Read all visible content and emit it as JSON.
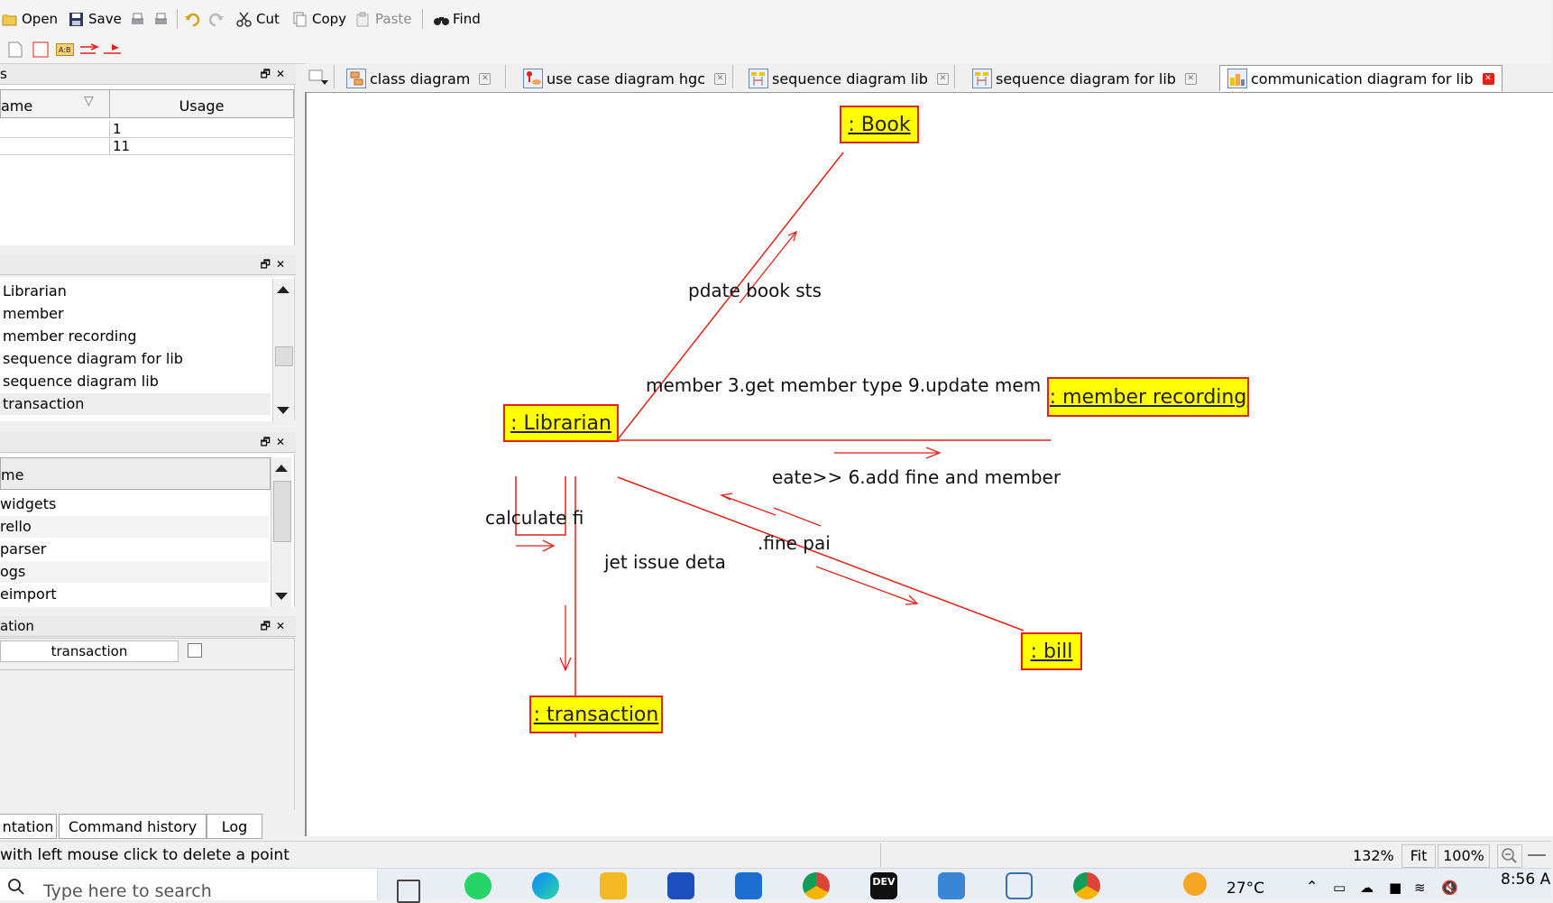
{
  "toolbar": {
    "open": "Open",
    "save": "Save",
    "cut": "Cut",
    "copy": "Copy",
    "paste": "Paste",
    "find": "Find"
  },
  "left": {
    "panel1_title": "s",
    "table_headers": [
      "ame",
      "Usage"
    ],
    "table_rows": [
      {
        "name": "",
        "usage": "1"
      },
      {
        "name": "",
        "usage": "11"
      }
    ],
    "list1": [
      "Librarian",
      "member",
      "member recording",
      "sequence diagram for lib",
      "sequence diagram lib",
      "transaction"
    ],
    "list2_header": "me",
    "list2": [
      "widgets",
      "rello",
      "parser",
      "ogs",
      "eimport"
    ],
    "panel4_title": "ation",
    "panel4_value": "transaction",
    "bottom_tabs": [
      "ntation",
      "Command history",
      "Log"
    ]
  },
  "tabs": [
    {
      "label": "class diagram"
    },
    {
      "label": "use case diagram hgc"
    },
    {
      "label": "sequence diagram lib"
    },
    {
      "label": "sequence diagram for lib"
    },
    {
      "label": "communication diagram for lib"
    }
  ],
  "diagram": {
    "nodes": {
      "book": ": Book",
      "librarian": ": Librarian",
      "member_recording": ": member recording",
      "bill": ": bill",
      "transaction": ": transaction"
    },
    "messages": {
      "update_book": "pdate book sts",
      "member": "member 3.get member type 9.update mem",
      "create_fine": "eate>> 6.add fine and member",
      "calculate": "calculate fi",
      "fine_paid": ".fine pai",
      "issue": "jet issue deta"
    }
  },
  "status": {
    "hint": "with left mouse click to delete a point",
    "zoom": "132%",
    "fit": "Fit",
    "hundred": "100%"
  },
  "taskbar": {
    "search_placeholder": "Type here to search",
    "temperature": "27°C",
    "time": "8:56 A"
  },
  "colors": {
    "node_fill": "#ffff00",
    "line": "#e0221a"
  }
}
